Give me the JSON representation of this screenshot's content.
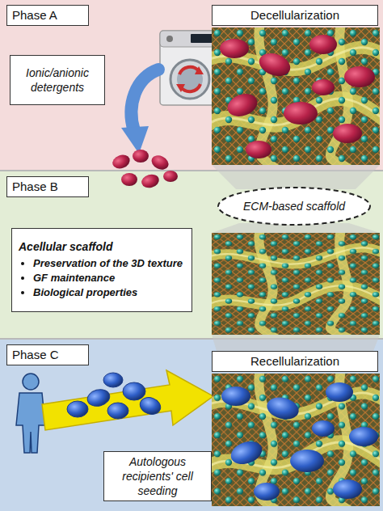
{
  "diagram": {
    "nodes": [
      {
        "text": [
          "Phase A"
        ]
      },
      {
        "text": [
          "Ionic/anionic detergents"
        ],
        "in": 0
      },
      {
        "text": [
          "Decellularization"
        ],
        "in": 0
      },
      {
        "text": [
          "Phase B"
        ]
      },
      {
        "text": [
          "ECM-based scaffold"
        ],
        "in": 3
      },
      {
        "text": [
          "Acellular scaffold",
          "Preservation of the 3D texture",
          "GF maintenance",
          "Biological properties"
        ],
        "in": 3
      },
      {
        "text": [
          "Phase C"
        ]
      },
      {
        "text": [
          "Recellularization"
        ],
        "in": 6
      },
      {
        "text": [
          "Autologous recipients' cell seeding"
        ],
        "in": 6
      }
    ]
  }
}
